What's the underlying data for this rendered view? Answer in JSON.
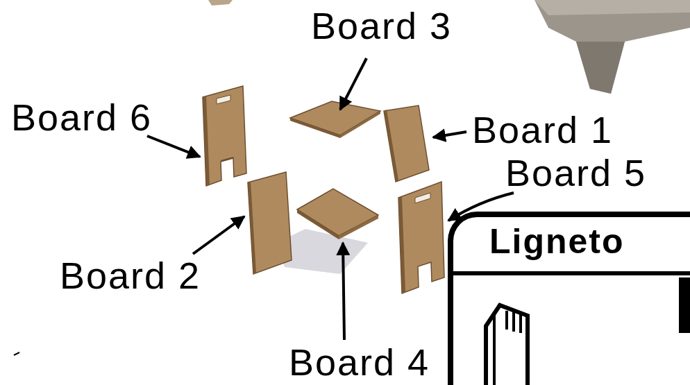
{
  "diagram": {
    "nodes": [
      {
        "text": [
          "Ligneto"
        ]
      }
    ],
    "labels": [
      "Board 3",
      "Board 6",
      "Board 1",
      "Board 5",
      "Board 2",
      "Board 4"
    ]
  }
}
